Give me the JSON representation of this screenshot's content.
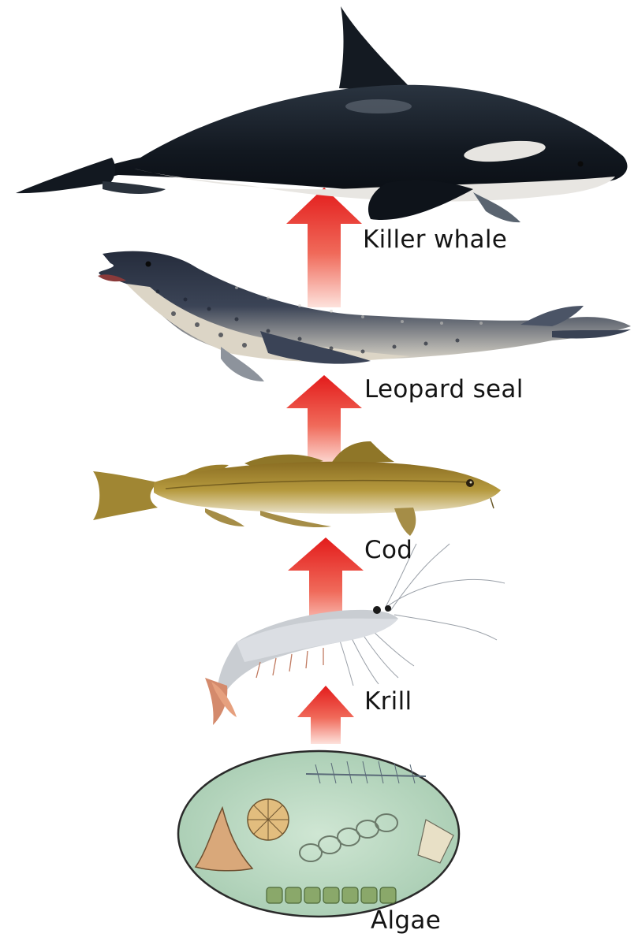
{
  "food_chain": {
    "levels": [
      {
        "label": "Killer whale",
        "icon": "killer-whale"
      },
      {
        "label": "Leopard seal",
        "icon": "leopard-seal"
      },
      {
        "label": "Cod",
        "icon": "cod-fish"
      },
      {
        "label": "Krill",
        "icon": "krill"
      },
      {
        "label": "Algae",
        "icon": "algae-circle"
      }
    ],
    "arrow_color": "#e31b1b"
  }
}
